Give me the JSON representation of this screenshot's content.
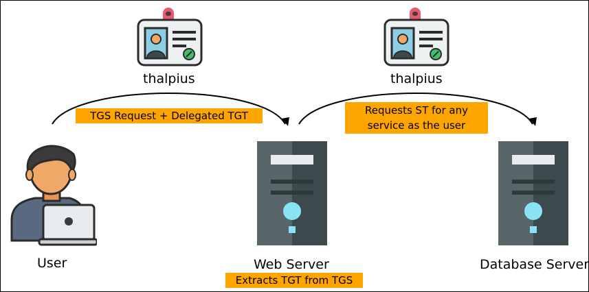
{
  "actors": {
    "user_label": "User",
    "web_server_label": "Web Server",
    "database_server_label": "Database Server"
  },
  "tickets": {
    "left_account": "thalpius",
    "right_account": "thalpius"
  },
  "annotations": {
    "tgs_request": "TGS Request + Delegated TGT",
    "requests_st_line1": "Requests ST for any",
    "requests_st_line2": "service as the user",
    "extracts_tgt": "Extracts TGT from TGS"
  },
  "icons": {
    "id_badge": "id-badge-icon",
    "user": "user-laptop-icon",
    "server": "server-tower-icon"
  },
  "colors": {
    "annotation_bg": "#ffa500",
    "server_dark": "#3d4a4d",
    "server_light": "#58666a",
    "server_led": "#8ae3f4",
    "user_shirt": "#596a80",
    "user_skin": "#f0a868",
    "badge_clip": "#e85a70"
  }
}
